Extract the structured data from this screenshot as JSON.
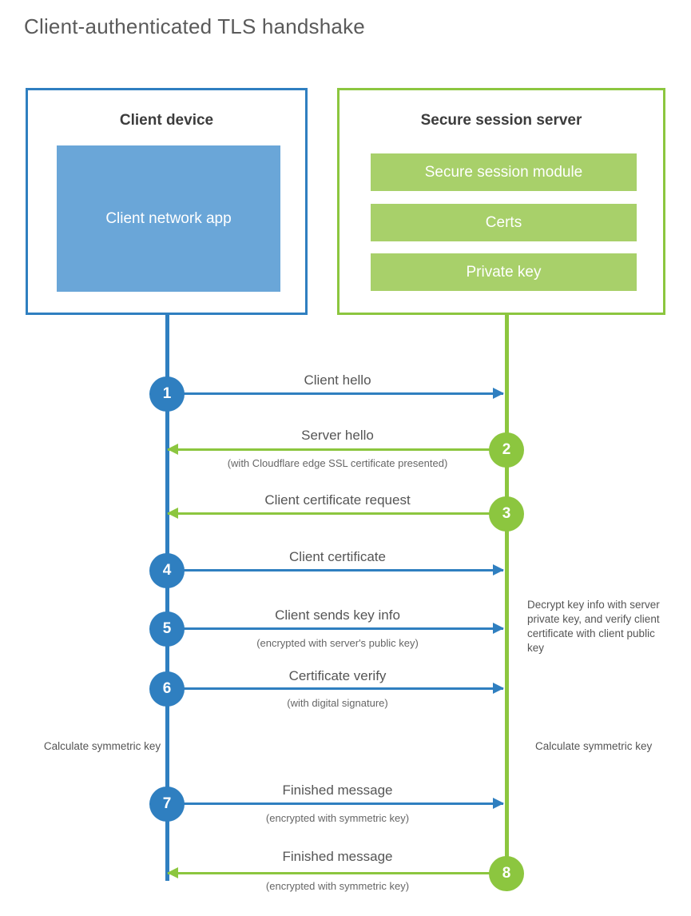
{
  "title": "Client-authenticated TLS handshake",
  "colors": {
    "client_blue": "#2f7fc0",
    "client_app_fill": "#6aa6d8",
    "server_green": "#8cc63f",
    "server_bar_fill": "#a8d06a",
    "text_gray": "#555555"
  },
  "client": {
    "title": "Client device",
    "app_label": "Client network app"
  },
  "server": {
    "title": "Secure session server",
    "modules": [
      "Secure session module",
      "Certs",
      "Private key"
    ]
  },
  "steps": [
    {
      "number": "1",
      "direction": "client-to-server",
      "label": "Client hello",
      "sublabel": ""
    },
    {
      "number": "2",
      "direction": "server-to-client",
      "label": "Server hello",
      "sublabel": "(with Cloudflare edge SSL certificate presented)"
    },
    {
      "number": "3",
      "direction": "server-to-client",
      "label": "Client certificate request",
      "sublabel": ""
    },
    {
      "number": "4",
      "direction": "client-to-server",
      "label": "Client certificate",
      "sublabel": ""
    },
    {
      "number": "5",
      "direction": "client-to-server",
      "label": "Client sends key info",
      "sublabel": "(encrypted with server's public key)"
    },
    {
      "number": "6",
      "direction": "client-to-server",
      "label": "Certificate verify",
      "sublabel": "(with digital signature)"
    },
    {
      "number": "7",
      "direction": "client-to-server",
      "label": "Finished message",
      "sublabel": "(encrypted with symmetric key)"
    },
    {
      "number": "8",
      "direction": "server-to-client",
      "label": "Finished message",
      "sublabel": "(encrypted with symmetric key)"
    }
  ],
  "notes": {
    "server_decrypt": "Decrypt key info with server private key, and verify client certificate with client public key",
    "client_symmetric": "Calculate symmetric key",
    "server_symmetric": "Calculate symmetric key"
  }
}
